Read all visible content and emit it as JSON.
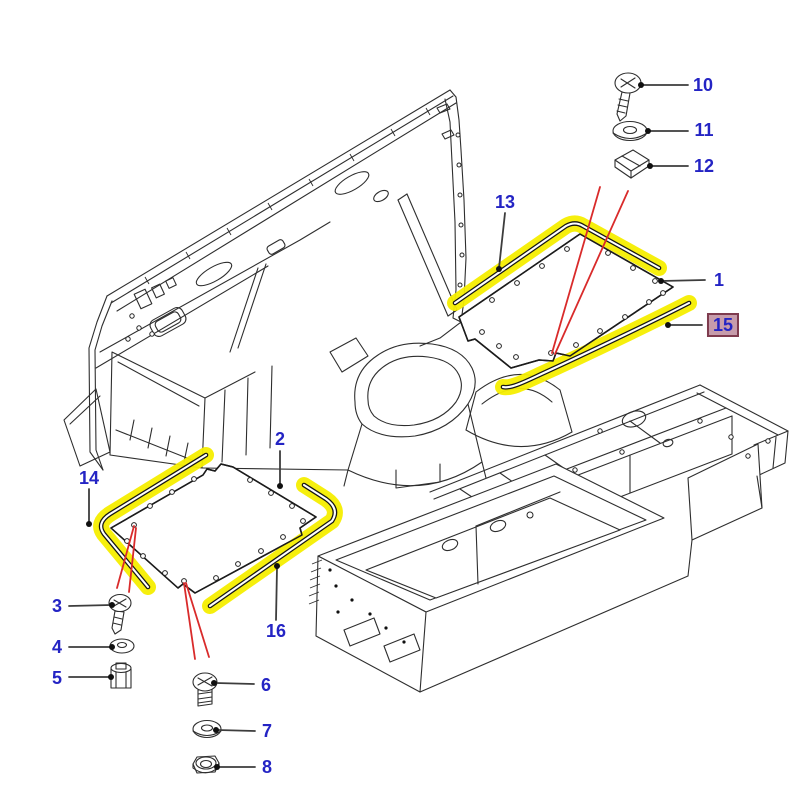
{
  "figure": {
    "kind": "exploded-parts-diagram",
    "description": "Vehicle bulkhead and chassis with two front floor panels; floor panel seals highlighted in yellow",
    "highlighted_callout": "15"
  },
  "colors": {
    "callout_text": "#2424c4",
    "callout15_bg": "#c79cab",
    "callout15_border": "#7e3b4e",
    "highlight": "#f6ee00",
    "red_leader": "#d92b2b",
    "line_art": "#2e2e2e",
    "leader_line": "#3d3d3d"
  },
  "callouts": {
    "n1": {
      "text": "1",
      "part": "floor-panel-right"
    },
    "n2": {
      "text": "2",
      "part": "floor-panel-left"
    },
    "n3": {
      "text": "3",
      "part": "self-tapping-screw"
    },
    "n4": {
      "text": "4",
      "part": "plain-washer"
    },
    "n5": {
      "text": "5",
      "part": "captive-nut"
    },
    "n6": {
      "text": "6",
      "part": "screw"
    },
    "n7": {
      "text": "7",
      "part": "washer"
    },
    "n8": {
      "text": "8",
      "part": "nut"
    },
    "n10": {
      "text": "10",
      "part": "self-tapping-screw"
    },
    "n11": {
      "text": "11",
      "part": "plain-washer"
    },
    "n12": {
      "text": "12",
      "part": "spring-clip"
    },
    "n13": {
      "text": "13",
      "part": "seal-front-right",
      "highlighted_in_drawing": true
    },
    "n14": {
      "text": "14",
      "part": "seal-front-left",
      "highlighted_in_drawing": true
    },
    "n15": {
      "text": "15",
      "part": "seal-rear-right",
      "highlighted_in_drawing": true,
      "selected": true
    },
    "n16": {
      "text": "16",
      "part": "seal-rear-left",
      "highlighted_in_drawing": true
    }
  }
}
